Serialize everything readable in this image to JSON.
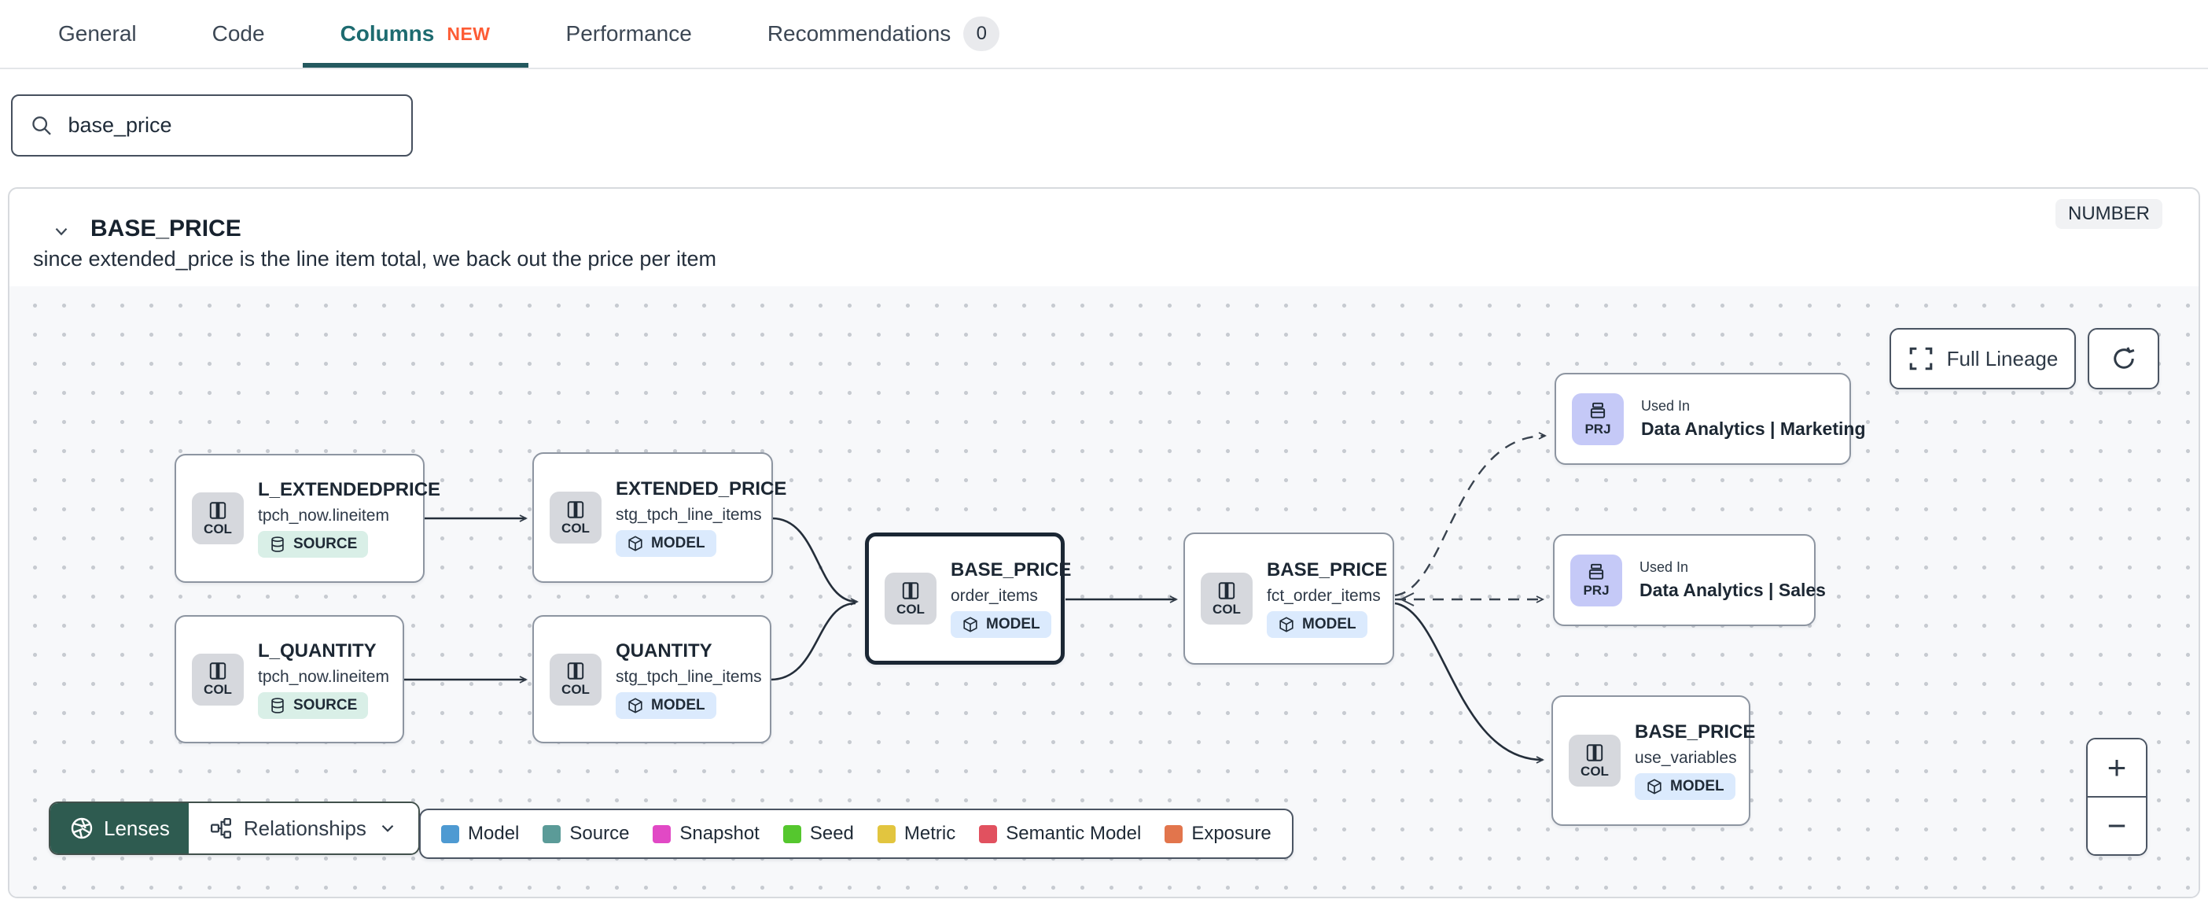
{
  "tabs": {
    "general": "General",
    "code": "Code",
    "columns": "Columns",
    "columns_badge": "NEW",
    "performance": "Performance",
    "recommendations": "Recommendations",
    "recommendations_count": "0"
  },
  "search": {
    "value": "base_price"
  },
  "column_panel": {
    "name": "BASE_PRICE",
    "type_badge": "NUMBER",
    "description": "since extended_price is the line item total, we back out the price per item"
  },
  "lineage": {
    "controls": {
      "full_lineage": "Full Lineage",
      "zoom_in": "+",
      "zoom_out": "−"
    },
    "toolbar": {
      "lenses": "Lenses",
      "relationships": "Relationships"
    },
    "nodes": [
      {
        "badge": "COL",
        "title": "L_EXTENDEDPRICE",
        "subtitle": "tpch_now.lineitem",
        "pill": "SOURCE"
      },
      {
        "badge": "COL",
        "title": "EXTENDED_PRICE",
        "subtitle": "stg_tpch_line_items",
        "pill": "MODEL"
      },
      {
        "badge": "COL",
        "title": "L_QUANTITY",
        "subtitle": "tpch_now.lineitem",
        "pill": "SOURCE"
      },
      {
        "badge": "COL",
        "title": "QUANTITY",
        "subtitle": "stg_tpch_line_items",
        "pill": "MODEL"
      },
      {
        "badge": "COL",
        "title": "BASE_PRICE",
        "subtitle": "order_items",
        "pill": "MODEL"
      },
      {
        "badge": "COL",
        "title": "BASE_PRICE",
        "subtitle": "fct_order_items",
        "pill": "MODEL"
      },
      {
        "badge": "PRJ",
        "label": "Used In",
        "name": "Data Analytics | Marketing"
      },
      {
        "badge": "PRJ",
        "label": "Used In",
        "name": "Data Analytics | Sales"
      },
      {
        "badge": "COL",
        "title": "BASE_PRICE",
        "subtitle": "use_variables",
        "pill": "MODEL"
      }
    ],
    "legend": {
      "items": [
        {
          "label": "Model",
          "color": "#4e9ad2"
        },
        {
          "label": "Source",
          "color": "#5b9b98"
        },
        {
          "label": "Snapshot",
          "color": "#e149c5"
        },
        {
          "label": "Seed",
          "color": "#55c72e"
        },
        {
          "label": "Metric",
          "color": "#e2c53f"
        },
        {
          "label": "Semantic Model",
          "color": "#e1515f"
        },
        {
          "label": "Exposure",
          "color": "#e2754c"
        }
      ]
    }
  },
  "colors": {
    "active_tab_teal": "#1d6b70",
    "new_badge_orange": "#fd5c35",
    "lenses_green": "#2e5b50",
    "model_pill_bg": "#dbeafd",
    "source_pill_bg": "#d9efe7",
    "project_badge_bg": "#c5c9f7"
  }
}
